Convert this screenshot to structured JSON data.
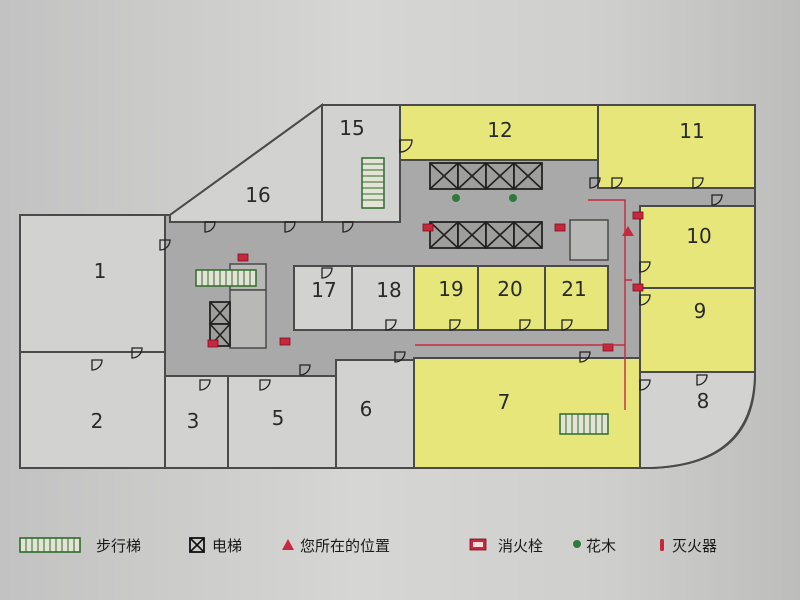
{
  "title": "",
  "rooms": [
    {
      "id": "1",
      "label": "1",
      "highlighted": false
    },
    {
      "id": "2",
      "label": "2",
      "highlighted": false
    },
    {
      "id": "3",
      "label": "3",
      "highlighted": false
    },
    {
      "id": "5",
      "label": "5",
      "highlighted": false
    },
    {
      "id": "6",
      "label": "6",
      "highlighted": false
    },
    {
      "id": "7",
      "label": "7",
      "highlighted": true
    },
    {
      "id": "8",
      "label": "8",
      "highlighted": false
    },
    {
      "id": "9",
      "label": "9",
      "highlighted": true
    },
    {
      "id": "10",
      "label": "10",
      "highlighted": true
    },
    {
      "id": "11",
      "label": "11",
      "highlighted": true
    },
    {
      "id": "12",
      "label": "12",
      "highlighted": true
    },
    {
      "id": "15",
      "label": "15",
      "highlighted": false
    },
    {
      "id": "16",
      "label": "16",
      "highlighted": false
    },
    {
      "id": "17",
      "label": "17",
      "highlighted": false
    },
    {
      "id": "18",
      "label": "18",
      "highlighted": false
    },
    {
      "id": "19",
      "label": "19",
      "highlighted": true
    },
    {
      "id": "20",
      "label": "20",
      "highlighted": true
    },
    {
      "id": "21",
      "label": "21",
      "highlighted": true
    }
  ],
  "legend": [
    {
      "icon": "escalator-icon",
      "label": "步行梯"
    },
    {
      "icon": "elevator-icon",
      "label": "电梯"
    },
    {
      "icon": "you-are-here-icon",
      "label": "您所在的位置"
    },
    {
      "icon": "fire-hydrant-icon",
      "label": "消火栓"
    },
    {
      "icon": "plant-icon",
      "label": "花木"
    },
    {
      "icon": "fire-extinguisher-icon",
      "label": "灭火器"
    }
  ],
  "colors": {
    "highlight": "#e6e67a",
    "room": "#d2d2d0",
    "corridor": "#a9a9a9",
    "wall": "#4a4a4a",
    "fire_red": "#c8283c",
    "plant_green": "#2f7a3a",
    "escalator_green": "#2f6b2a"
  }
}
